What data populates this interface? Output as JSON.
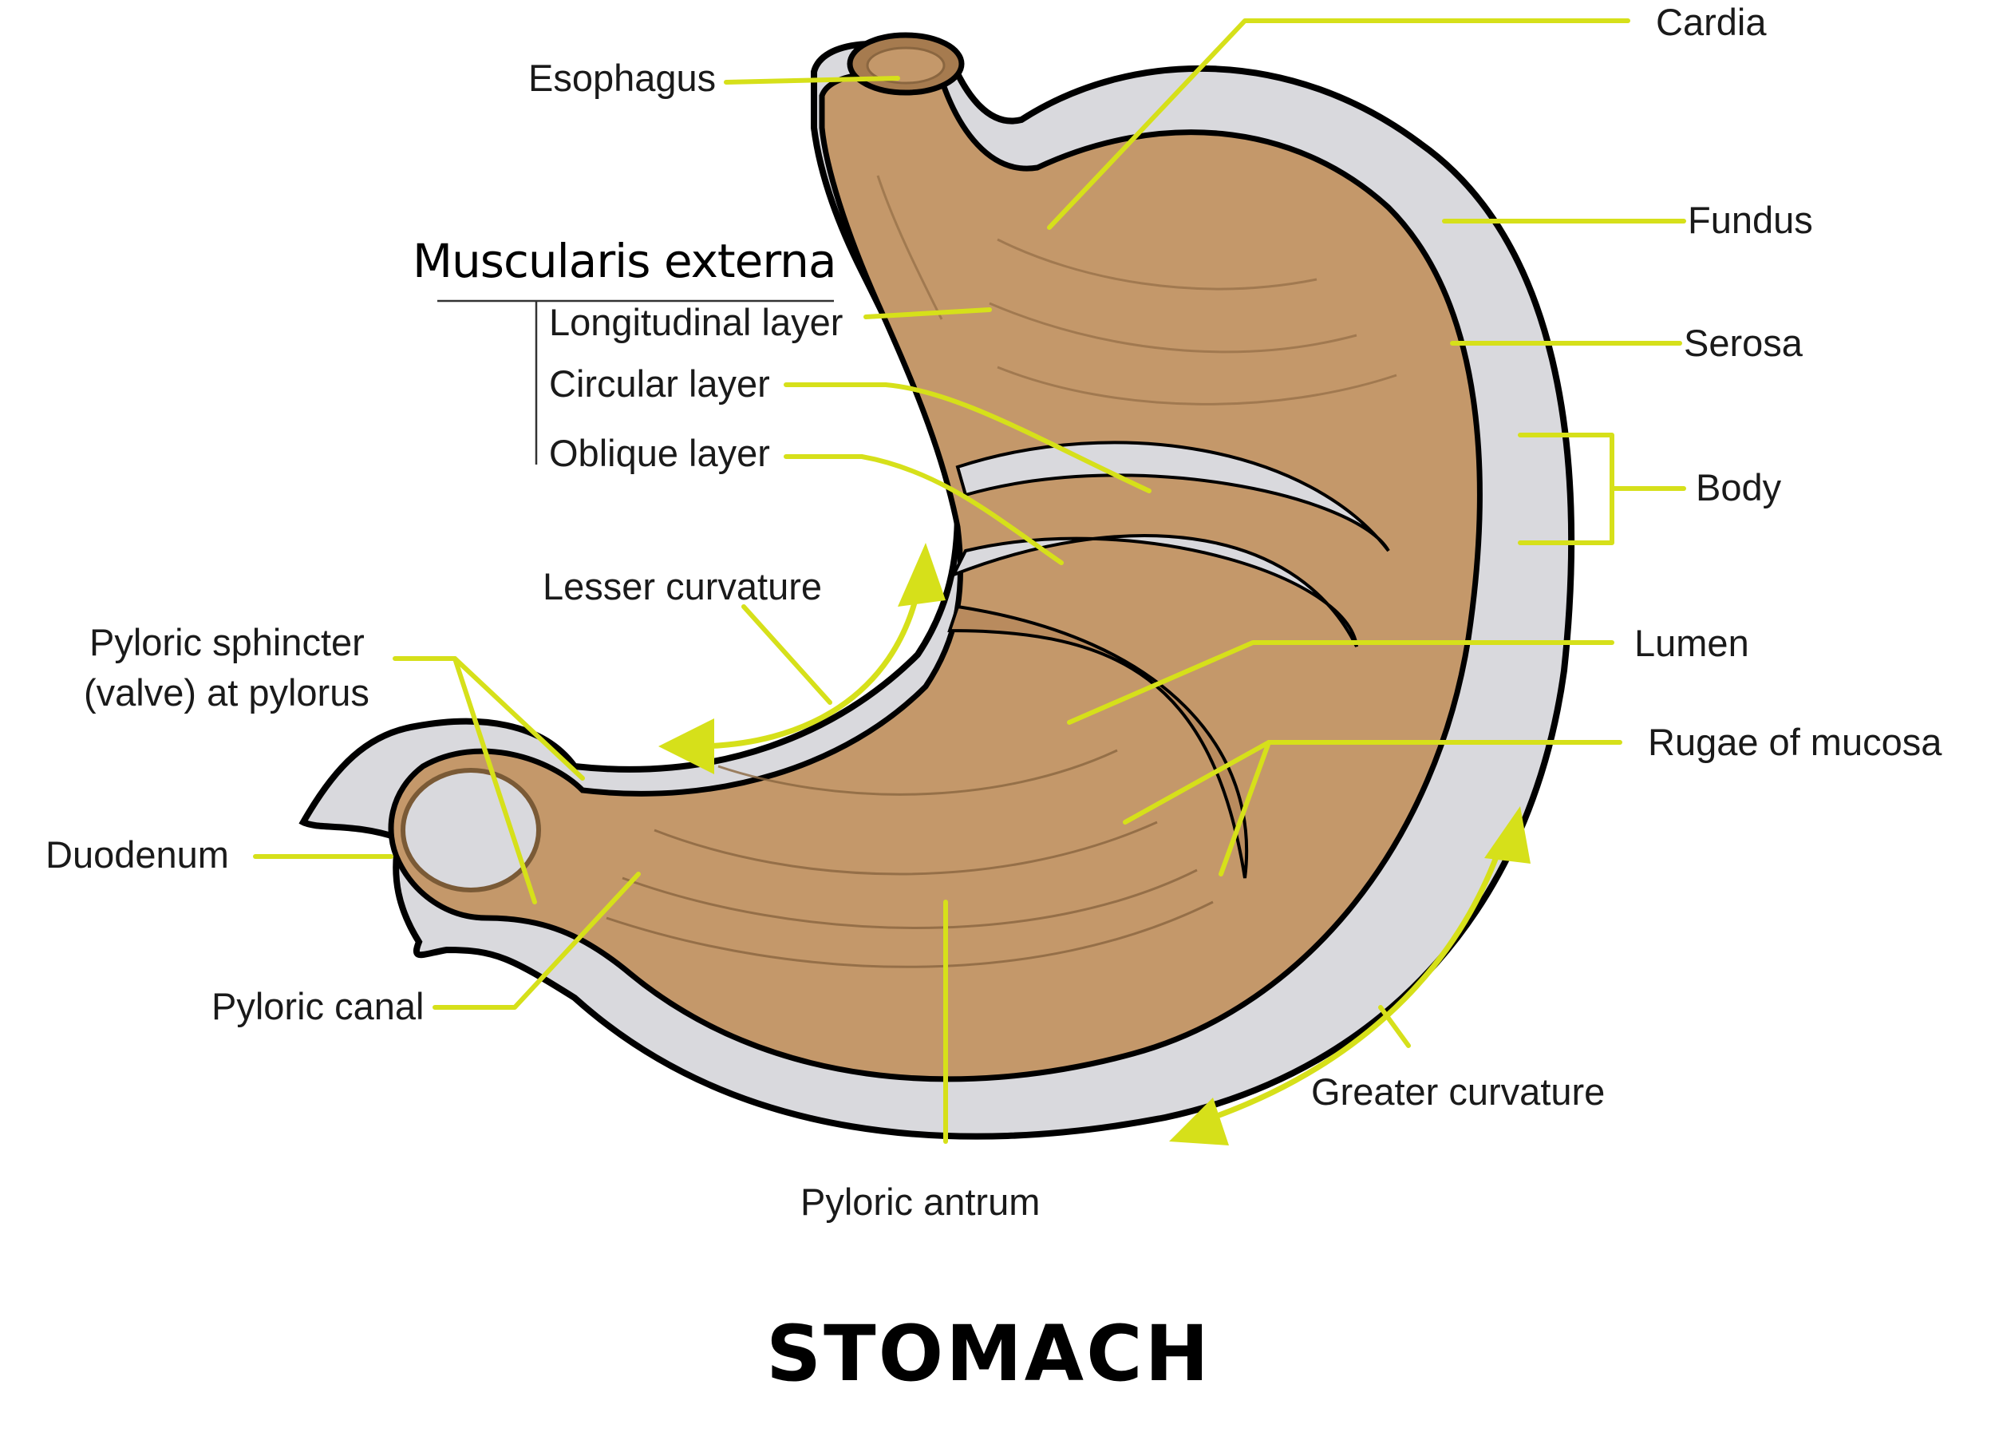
{
  "title": "STOMACH",
  "heading": "Muscularis externa",
  "labels": {
    "esophagus": "Esophagus",
    "cardia": "Cardia",
    "fundus": "Fundus",
    "serosa": "Serosa",
    "body": "Body",
    "longitudinal": "Longitudinal layer",
    "circular": "Circular layer",
    "oblique": "Oblique layer",
    "lesser_curvature": "Lesser curvature",
    "pyloric_sphincter_1": "Pyloric sphincter",
    "pyloric_sphincter_2": "(valve) at pylorus",
    "duodenum": "Duodenum",
    "pyloric_canal": "Pyloric canal",
    "lumen": "Lumen",
    "rugae": "Rugae of mucosa",
    "greater_curvature": "Greater curvature",
    "pyloric_antrum": "Pyloric antrum"
  },
  "colors": {
    "tissue": "#c4986a",
    "serosa": "#d9d9dd",
    "leader": "#d6e01a",
    "outline": "#000000"
  }
}
